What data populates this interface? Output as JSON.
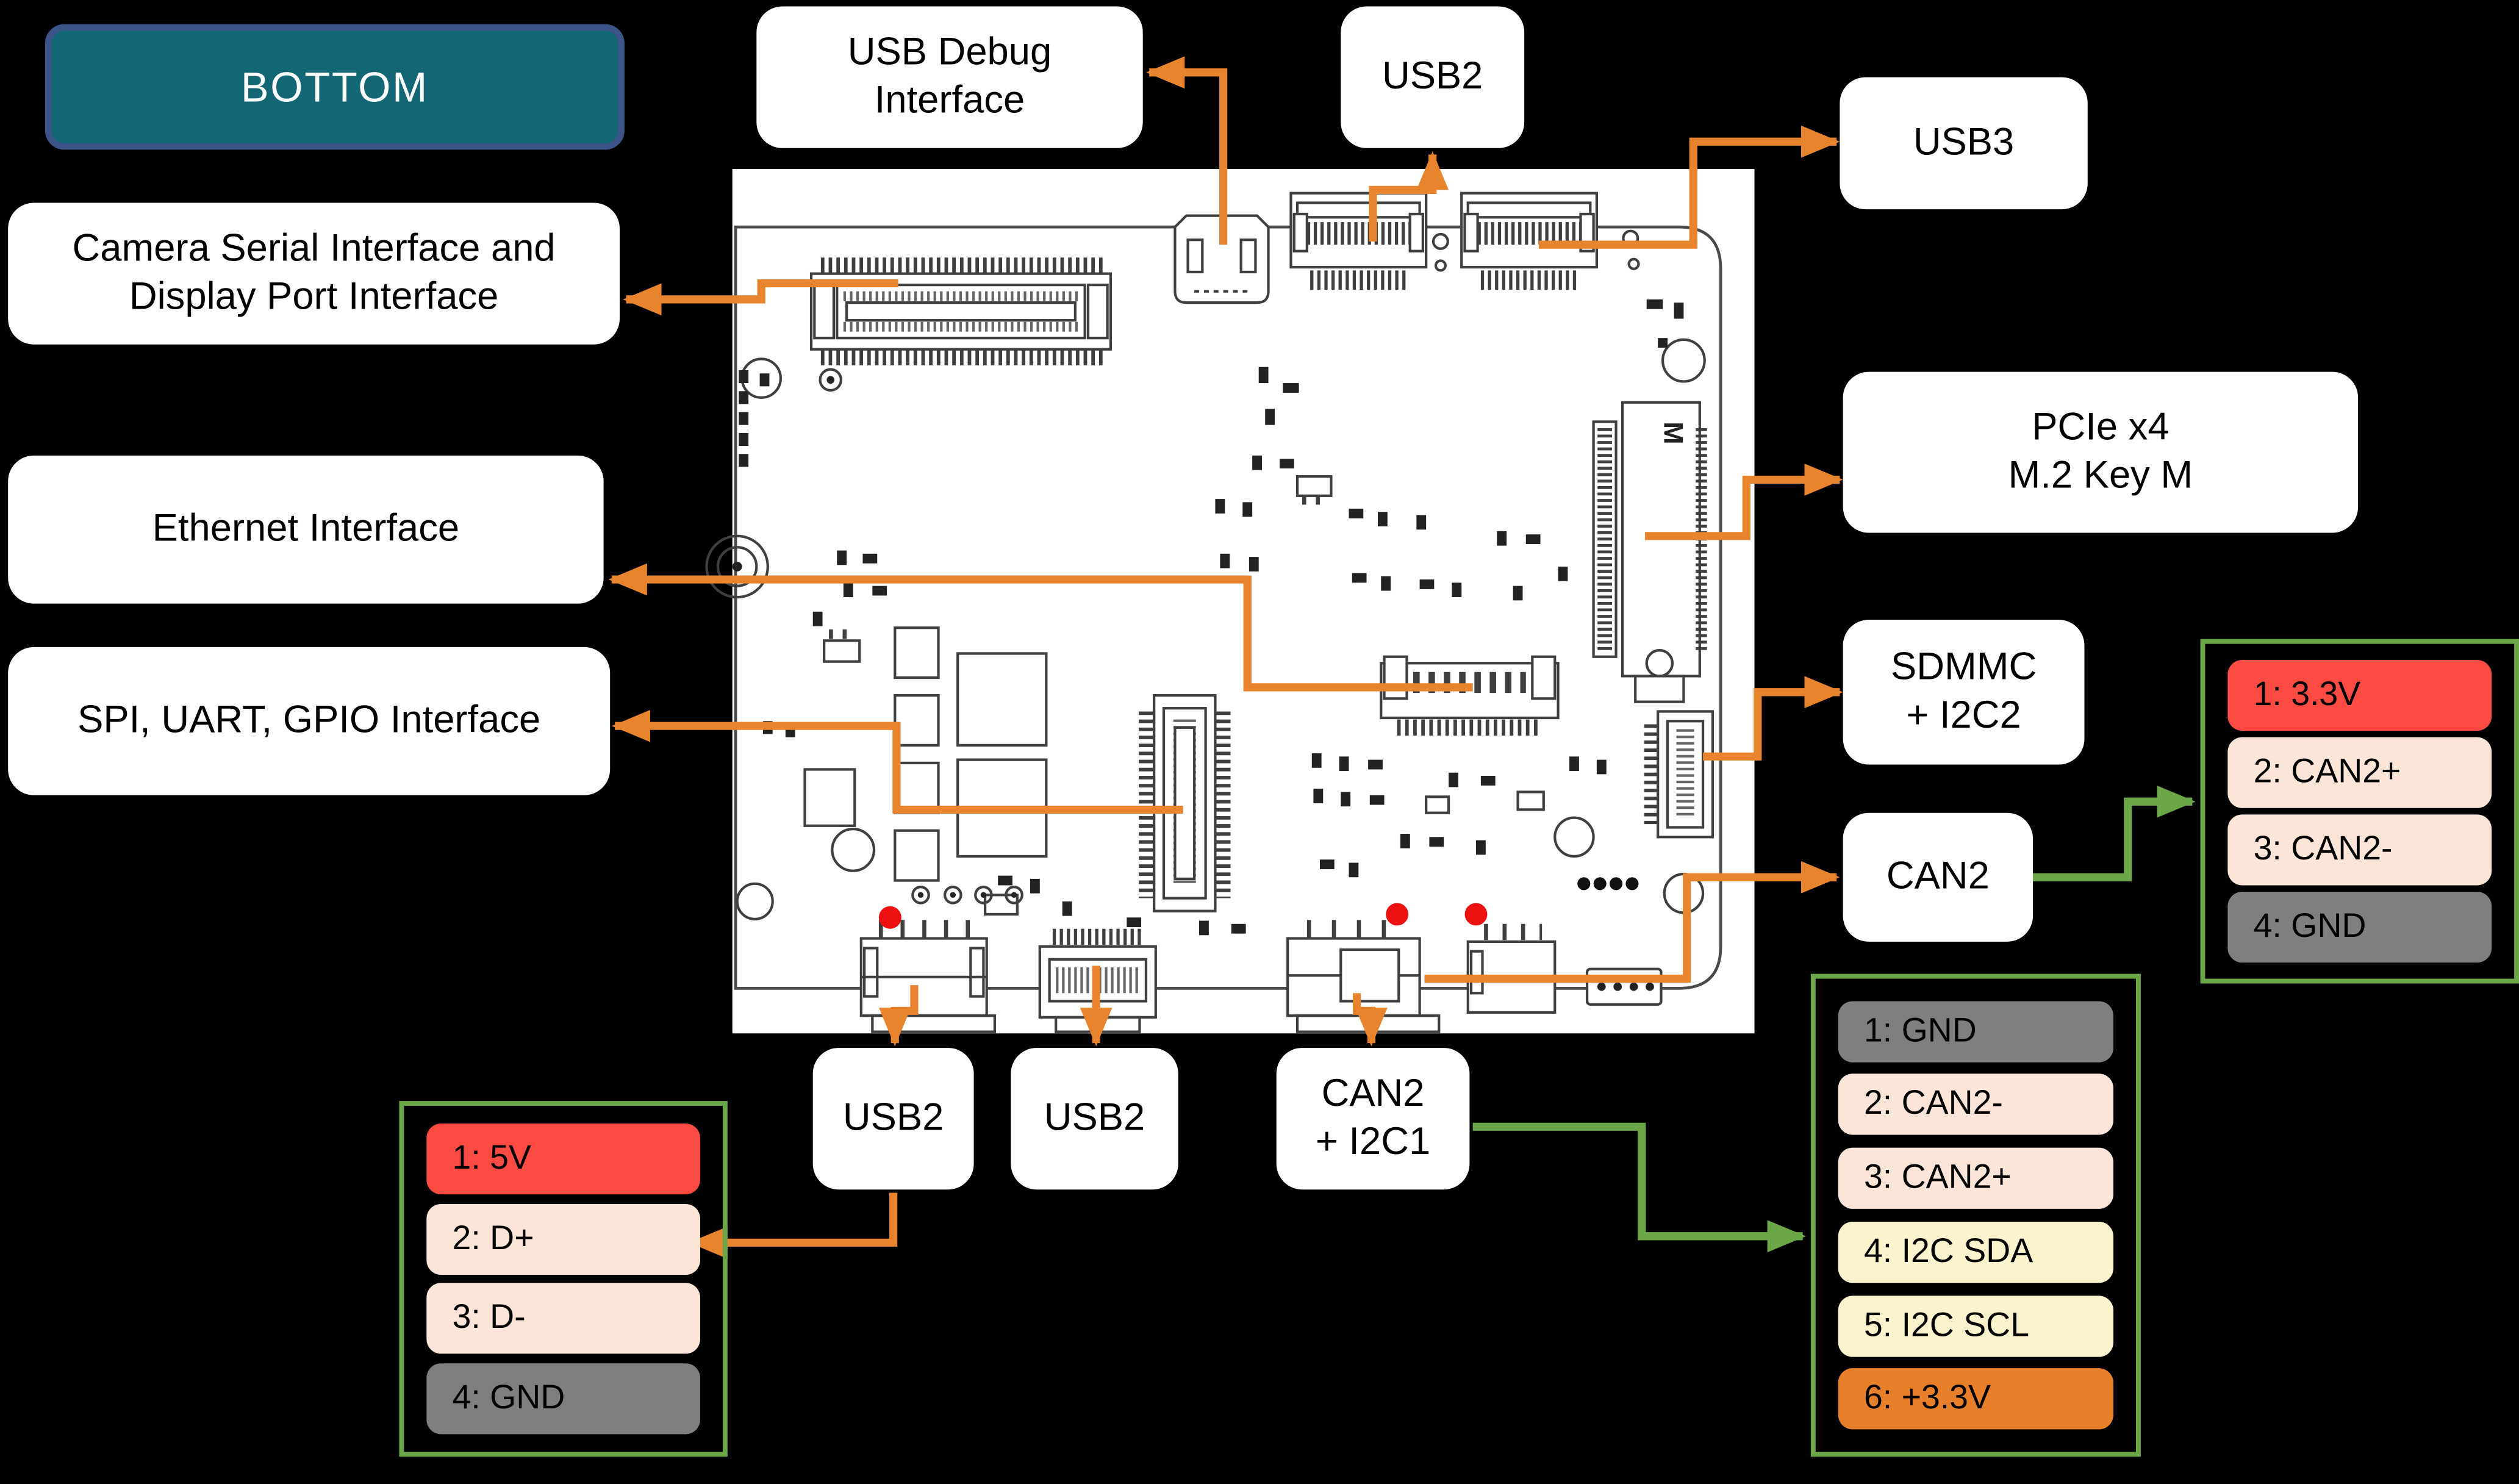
{
  "view_badge": {
    "label": "BOTTOM"
  },
  "labels": {
    "usb_debug": {
      "line1": "USB Debug",
      "line2": "Interface"
    },
    "usb2_top": {
      "label": "USB2"
    },
    "usb3": {
      "label": "USB3"
    },
    "camera": {
      "line1": "Camera Serial Interface and",
      "line2": "Display Port Interface"
    },
    "pcie": {
      "line1": "PCIe x4",
      "line2": "M.2 Key M"
    },
    "ethernet": {
      "label": "Ethernet Interface"
    },
    "spi": {
      "label": "SPI, UART, GPIO Interface"
    },
    "sdmmc": {
      "line1": "SDMMC",
      "line2": "+ I2C2"
    },
    "can2": {
      "label": "CAN2"
    },
    "usb2_bottom_left": {
      "label": "USB2"
    },
    "usb2_bottom_mid": {
      "label": "USB2"
    },
    "can2_i2c1": {
      "line1": "CAN2",
      "line2": "+ I2C1"
    }
  },
  "pin_tables": {
    "can2_right": {
      "rows": [
        {
          "label": "1: 3.3V",
          "color": "red"
        },
        {
          "label": "2: CAN2+",
          "color": "peach"
        },
        {
          "label": "3: CAN2-",
          "color": "peach"
        },
        {
          "label": "4: GND",
          "color": "gray"
        }
      ]
    },
    "usb2_bottom": {
      "rows": [
        {
          "label": "1: 5V",
          "color": "red"
        },
        {
          "label": "2: D+",
          "color": "peach"
        },
        {
          "label": "3: D-",
          "color": "peach"
        },
        {
          "label": "4: GND",
          "color": "gray"
        }
      ]
    },
    "can2_i2c1_bottom": {
      "rows": [
        {
          "label": "1: GND",
          "color": "gray"
        },
        {
          "label": "2: CAN2-",
          "color": "peach"
        },
        {
          "label": "3: CAN2+",
          "color": "peach"
        },
        {
          "label": "4: I2C SDA",
          "color": "yellow"
        },
        {
          "label": "5: I2C SCL",
          "color": "yellow"
        },
        {
          "label": "6: +3.3V",
          "color": "orange"
        }
      ]
    }
  },
  "board": {
    "m2_marking": "M"
  },
  "colors": {
    "background": "#000000",
    "label_bg": "#FFFFFF",
    "label_text": "#000000",
    "badge_bg": "#136673",
    "badge_border": "#3D5488",
    "badge_text": "#FFFFFF",
    "arrow_orange": "#E8832E",
    "arrow_green": "#6BA648",
    "table_border": "#6BA648",
    "pin_red": "#FB4B42",
    "pin_peach": "#FAE5D8",
    "pin_yellow": "#FBF2CE",
    "pin_gray": "#7F7F7F",
    "pin_orange": "#E8802B",
    "board_bg": "#FFFFFF",
    "pin1_marker": "#EE1111"
  }
}
